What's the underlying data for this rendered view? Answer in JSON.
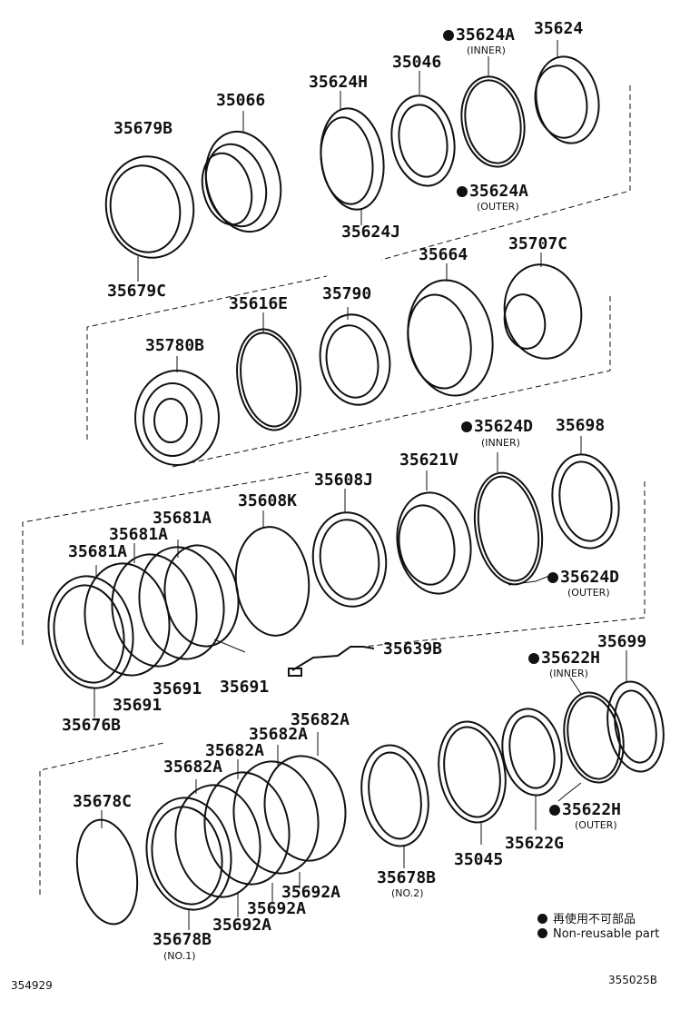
{
  "parts": [
    {
      "id": "p35624A_in",
      "number": "35624A",
      "note": "(INNER)",
      "nonreusable": true
    },
    {
      "id": "p35624",
      "number": "35624",
      "note": "",
      "nonreusable": false
    },
    {
      "id": "p35046",
      "number": "35046",
      "note": "",
      "nonreusable": false
    },
    {
      "id": "p35624H",
      "number": "35624H",
      "note": "",
      "nonreusable": false
    },
    {
      "id": "p35066",
      "number": "35066",
      "note": "",
      "nonreusable": false
    },
    {
      "id": "p35679B",
      "number": "35679B",
      "note": "",
      "nonreusable": false
    },
    {
      "id": "p35624A_out",
      "number": "35624A",
      "note": "(OUTER)",
      "nonreusable": true
    },
    {
      "id": "p35624J",
      "number": "35624J",
      "note": "",
      "nonreusable": false
    },
    {
      "id": "p35679C",
      "number": "35679C",
      "note": "",
      "nonreusable": false
    },
    {
      "id": "p35707C",
      "number": "35707C",
      "note": "",
      "nonreusable": false
    },
    {
      "id": "p35664",
      "number": "35664",
      "note": "",
      "nonreusable": false
    },
    {
      "id": "p35616E",
      "number": "35616E",
      "note": "",
      "nonreusable": false
    },
    {
      "id": "p35790",
      "number": "35790",
      "note": "",
      "nonreusable": false
    },
    {
      "id": "p35780B",
      "number": "35780B",
      "note": "",
      "nonreusable": false
    },
    {
      "id": "p35624D_in",
      "number": "35624D",
      "note": "(INNER)",
      "nonreusable": true
    },
    {
      "id": "p35698",
      "number": "35698",
      "note": "",
      "nonreusable": false
    },
    {
      "id": "p35621V",
      "number": "35621V",
      "note": "",
      "nonreusable": false
    },
    {
      "id": "p35608J",
      "number": "35608J",
      "note": "",
      "nonreusable": false
    },
    {
      "id": "p35608K",
      "number": "35608K",
      "note": "",
      "nonreusable": false
    },
    {
      "id": "p35681A_1",
      "number": "35681A",
      "note": "",
      "nonreusable": false
    },
    {
      "id": "p35681A_2",
      "number": "35681A",
      "note": "",
      "nonreusable": false
    },
    {
      "id": "p35681A_3",
      "number": "35681A",
      "note": "",
      "nonreusable": false
    },
    {
      "id": "p35624D_out",
      "number": "35624D",
      "note": "(OUTER)",
      "nonreusable": true
    },
    {
      "id": "p35639B",
      "number": "35639B",
      "note": "",
      "nonreusable": false
    },
    {
      "id": "p35691_a",
      "number": "35691",
      "note": "",
      "nonreusable": false
    },
    {
      "id": "p35691_b",
      "number": "35691",
      "note": "",
      "nonreusable": false
    },
    {
      "id": "p35691_c",
      "number": "35691",
      "note": "",
      "nonreusable": false
    },
    {
      "id": "p35676B",
      "number": "35676B",
      "note": "",
      "nonreusable": false
    },
    {
      "id": "p35622H_in",
      "number": "35622H",
      "note": "(INNER)",
      "nonreusable": true
    },
    {
      "id": "p35699",
      "number": "35699",
      "note": "",
      "nonreusable": false
    },
    {
      "id": "p35682A_1",
      "number": "35682A",
      "note": "",
      "nonreusable": false
    },
    {
      "id": "p35682A_2",
      "number": "35682A",
      "note": "",
      "nonreusable": false
    },
    {
      "id": "p35682A_3",
      "number": "35682A",
      "note": "",
      "nonreusable": false
    },
    {
      "id": "p35682A_4",
      "number": "35682A",
      "note": "",
      "nonreusable": false
    },
    {
      "id": "p35678C",
      "number": "35678C",
      "note": "",
      "nonreusable": false
    },
    {
      "id": "p35622H_out",
      "number": "35622H",
      "note": "(OUTER)",
      "nonreusable": true
    },
    {
      "id": "p35622G",
      "number": "35622G",
      "note": "",
      "nonreusable": false
    },
    {
      "id": "p35045",
      "number": "35045",
      "note": "",
      "nonreusable": false
    },
    {
      "id": "p35678B_2",
      "number": "35678B",
      "note": "(NO.2)",
      "nonreusable": false
    },
    {
      "id": "p35692A_1",
      "number": "35692A",
      "note": "",
      "nonreusable": false
    },
    {
      "id": "p35692A_2",
      "number": "35692A",
      "note": "",
      "nonreusable": false
    },
    {
      "id": "p35692A_3",
      "number": "35692A",
      "note": "",
      "nonreusable": false
    },
    {
      "id": "p35678B_1",
      "number": "35678B",
      "note": "(NO.1)",
      "nonreusable": false
    }
  ],
  "legend": {
    "japanese": "再使用不可部品",
    "english": "Non-reusable part",
    "color": "#111111"
  },
  "codes": {
    "left": "354929",
    "right": "355025B"
  }
}
